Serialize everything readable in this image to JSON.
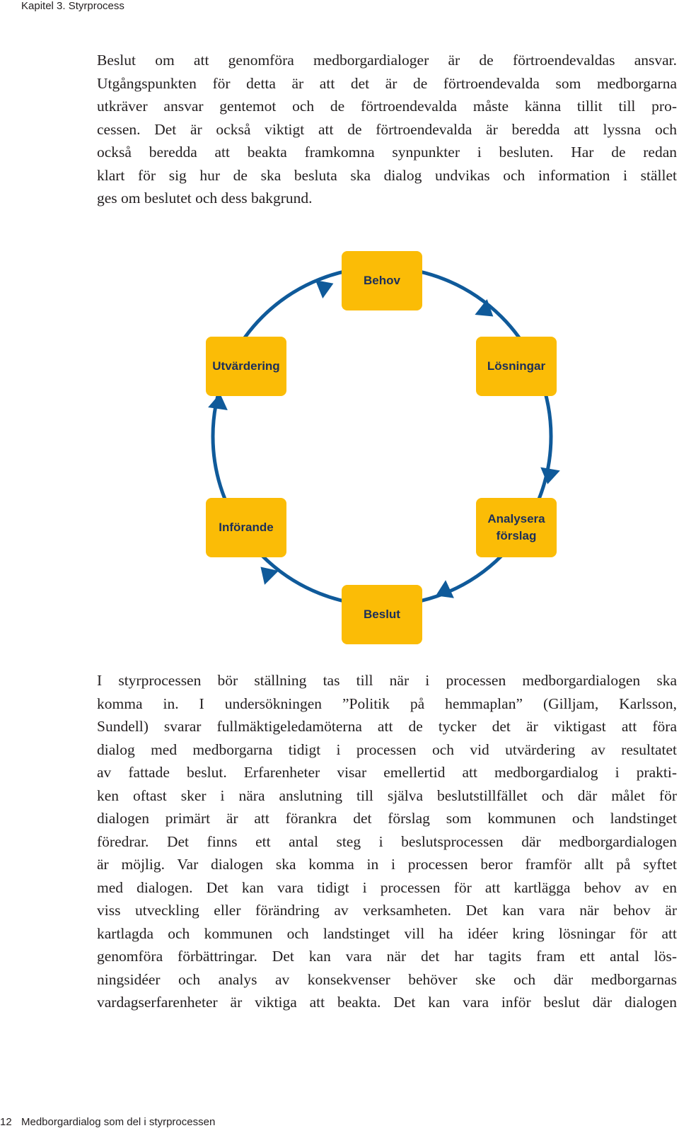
{
  "header": {
    "chapter": "Kapitel 3. Styrprocess"
  },
  "paragraph1": [
    "Beslut om att genomföra medborgardialoger är de förtroendevaldas ansvar.",
    "Utgångspunkten för detta är att det är de förtroendevalda som medborgarna",
    "utkräver ansvar gentemot och de förtroendevalda måste känna tillit till pro-",
    "cessen. Det är också viktigt att de förtroendevalda är beredda att lyssna och",
    "också beredda att beakta framkomna synpunkter i besluten. Har de redan",
    "klart för sig hur de ska besluta ska dialog undvikas och information i stället",
    "ges om beslutet och dess bakgrund."
  ],
  "diagram": {
    "box_color": "#fbbc06",
    "arrow_color": "#0f5a9a",
    "text_color": "#1c2f5a",
    "steps": {
      "behov": "Behov",
      "losningar": "Lösningar",
      "analysera": "Analysera\nförslag",
      "beslut": "Beslut",
      "inforande": "Införande",
      "utvardering": "Utvärdering"
    }
  },
  "paragraph2": [
    "I styrprocessen bör ställning tas till när i processen medborgardialogen ska",
    "komma in. I undersökningen ”Politik på hemmaplan” (Gilljam, Karlsson,",
    "Sundell) svarar fullmäktigeledamöterna att de tycker det är viktigast att föra",
    "dialog med medborgarna tidigt i processen och vid utvärdering av resultatet",
    "av fattade beslut. Erfarenheter visar emellertid att medborgardialog i prakti-",
    "ken oftast sker i nära anslutning till själva beslutstillfället och där målet för",
    "dialogen primärt är att förankra det förslag som kommunen och landstinget",
    "föredrar. Det finns ett antal steg i beslutsprocessen där medborgardialogen",
    "är möjlig. Var dialogen ska komma in i processen beror framför allt på syftet",
    "med dialogen. Det kan vara tidigt i processen för att kartlägga behov av en",
    "viss utveckling eller förändring av verksamheten. Det kan vara när behov är",
    "kartlagda och kommunen och landstinget vill ha idéer kring lösningar för att",
    "genomföra förbättringar. Det kan vara när det har tagits fram ett antal lös-",
    "ningsidéer och analys av konsekvenser behöver ske och där medborgarnas",
    "vardagserfarenheter är viktiga att beakta. Det kan vara inför beslut där dialogen"
  ],
  "footer": {
    "page_number": "12",
    "title": "Medborgardialog som del i styrprocessen"
  }
}
